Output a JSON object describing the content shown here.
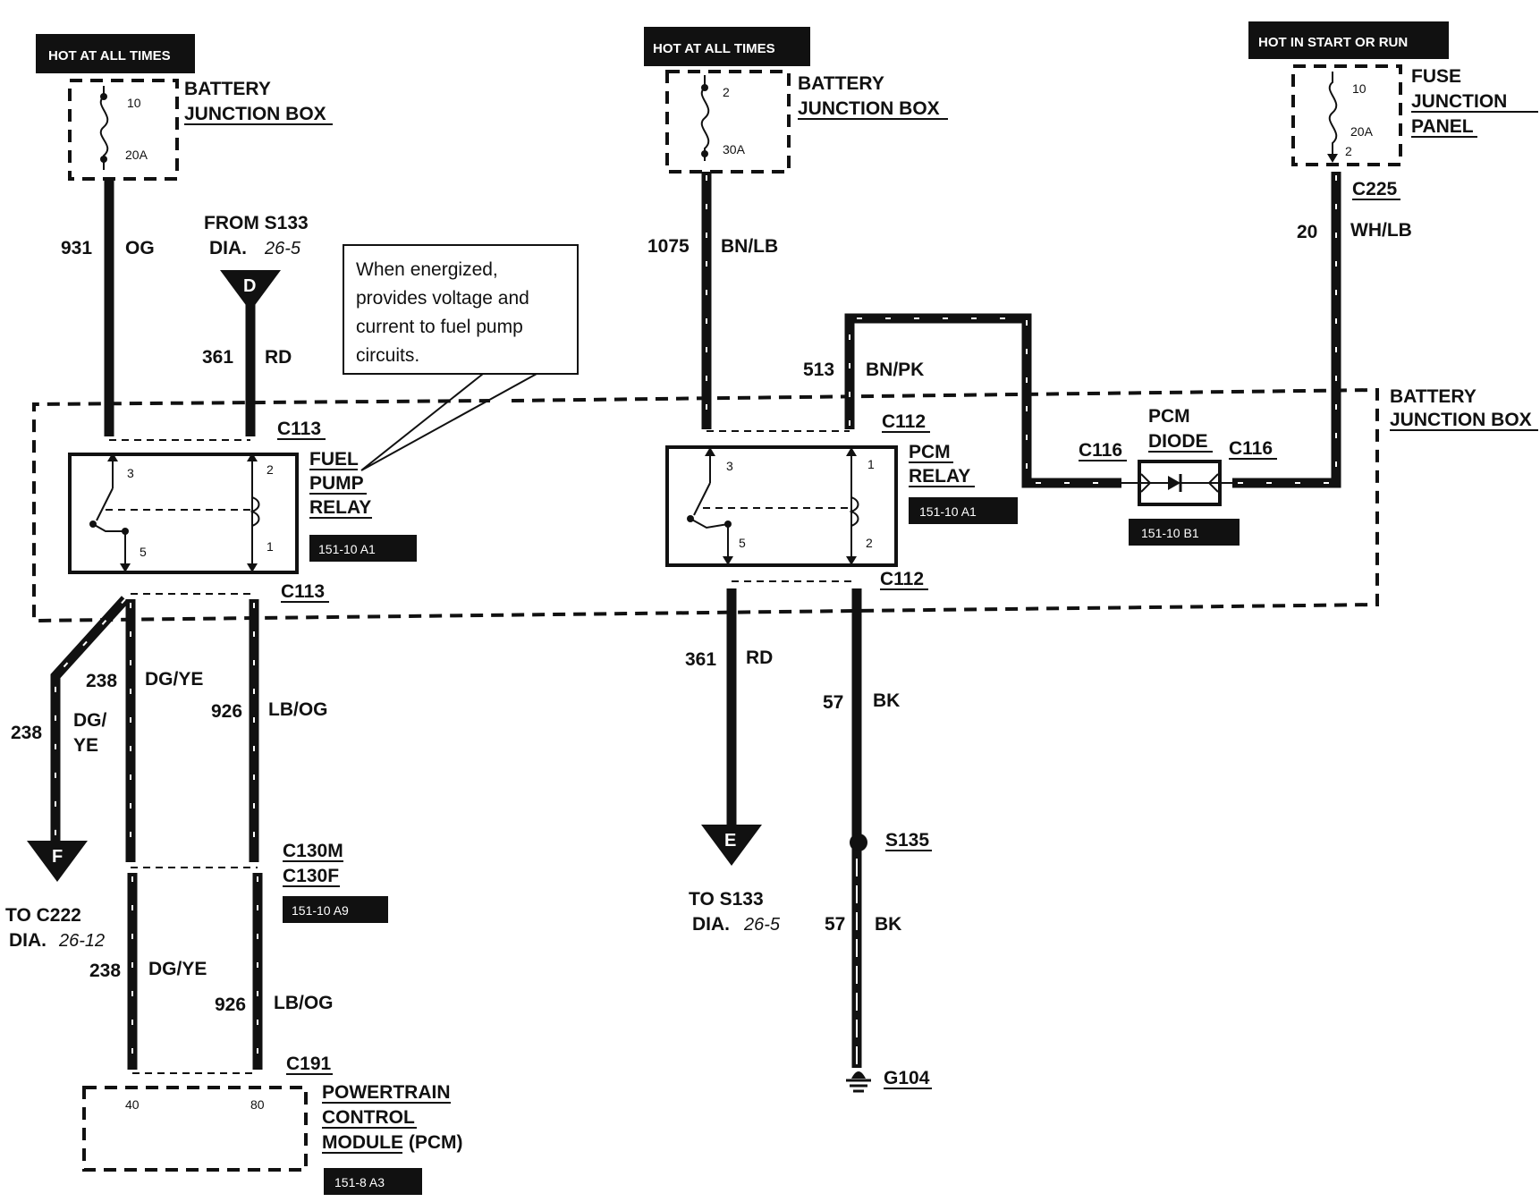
{
  "diagram": {
    "hot_tags": {
      "left": "HOT AT ALL TIMES",
      "middle": "HOT AT ALL TIMES",
      "right": "HOT IN START OR RUN"
    },
    "fuses": {
      "left": {
        "top_num": "10",
        "rating": "20A",
        "name_line1": "BATTERY",
        "name_line2": "JUNCTION BOX"
      },
      "middle": {
        "top_num": "2",
        "rating": "30A",
        "name_line1": "BATTERY",
        "name_line2": "JUNCTION BOX"
      },
      "right": {
        "top_num": "10",
        "rating": "20A",
        "bottom_num": "2",
        "name_line1": "FUSE",
        "name_line2": "JUNCTION",
        "name_line3": "PANEL"
      }
    },
    "wires": {
      "w931": {
        "circuit": "931",
        "color": "OG"
      },
      "w361_top": {
        "circuit": "361",
        "color": "RD"
      },
      "w1075": {
        "circuit": "1075",
        "color": "BN/LB"
      },
      "w513": {
        "circuit": "513",
        "color": "BN/PK"
      },
      "w20": {
        "circuit": "20",
        "color": "WH/LB"
      },
      "w238_a": {
        "circuit": "238",
        "color": "DG/YE"
      },
      "w926_a": {
        "circuit": "926",
        "color": "LB/OG"
      },
      "w238_f": {
        "circuit": "238",
        "color_line1": "DG/",
        "color_line2": "YE"
      },
      "w238_b": {
        "circuit": "238",
        "color": "DG/YE"
      },
      "w926_b": {
        "circuit": "926",
        "color": "LB/OG"
      },
      "w361_bottom": {
        "circuit": "361",
        "color": "RD"
      },
      "w57_a": {
        "circuit": "57",
        "color": "BK"
      },
      "w57_b": {
        "circuit": "57",
        "color": "BK"
      }
    },
    "from_s133": {
      "line1": "FROM S133",
      "dia_label": "DIA.",
      "dia_ref": "26-5",
      "letter": "D"
    },
    "note": {
      "line1": "When energized,",
      "line2": "provides voltage and",
      "line3": "current to fuel pump",
      "line4": "circuits."
    },
    "connectors": {
      "c113_top": "C113",
      "c113_bottom": "C113",
      "c112_top": "C112",
      "c112_bottom": "C112",
      "c225": "C225",
      "c116_left": "C116",
      "c116_right": "C116",
      "c130m": "C130M",
      "c130f": "C130F",
      "c191": "C191"
    },
    "fuel_pump_relay": {
      "line1": "FUEL",
      "line2": "PUMP",
      "line3": "RELAY",
      "ref": "151-10 A1",
      "pins": [
        "3",
        "2",
        "5",
        "1"
      ]
    },
    "pcm_relay": {
      "line1": "PCM",
      "line2": "RELAY",
      "ref": "151-10 A1",
      "pins": [
        "3",
        "1",
        "5",
        "2"
      ]
    },
    "pcm_diode": {
      "line1": "PCM",
      "line2": "DIODE",
      "ref": "151-10 B1"
    },
    "battery_junction_box_label": {
      "line1": "BATTERY",
      "line2": "JUNCTION BOX"
    },
    "c130_ref": "151-10 A9",
    "to_c222": {
      "letter": "F",
      "line1": "TO C222",
      "dia_label": "DIA.",
      "dia_ref": "26-12"
    },
    "to_s133": {
      "letter": "E",
      "line1": "TO S133",
      "dia_label": "DIA.",
      "dia_ref": "26-5"
    },
    "s135": "S135",
    "g104": "G104",
    "pcm": {
      "line1": "POWERTRAIN",
      "line2": "CONTROL",
      "line3": "MODULE (PCM)",
      "pin_a": "40",
      "pin_b": "80",
      "ref": "151-8 A3"
    }
  }
}
